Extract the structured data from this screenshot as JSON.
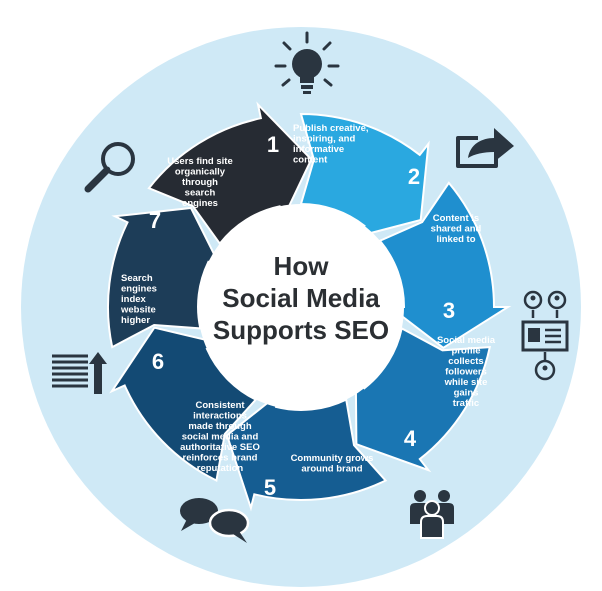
{
  "title": {
    "lines": [
      "How",
      "Social Media",
      "Supports SEO"
    ]
  },
  "colors": {
    "outer_circle": "#cfe9f6",
    "inner_circle": "#ffffff",
    "title": "#2b2f33",
    "icon": "#2a3540",
    "segment_text": "#ffffff"
  },
  "steps": [
    {
      "number": "1",
      "color": "#2aa8e0",
      "lines": [
        "Publish creative,",
        "inspiring, and",
        "informative",
        "content"
      ]
    },
    {
      "number": "2",
      "color": "#1f8fcf",
      "lines": [
        "Content is",
        "shared and",
        "linked to"
      ]
    },
    {
      "number": "3",
      "color": "#1a76b3",
      "lines": [
        "Social media",
        "profile",
        "collects",
        "followers",
        "while site",
        "gains",
        "traffic"
      ]
    },
    {
      "number": "4",
      "color": "#155d92",
      "lines": [
        "Community grows",
        "around brand"
      ]
    },
    {
      "number": "5",
      "color": "#134a74",
      "lines": [
        "Consistent",
        "interactions",
        "made through",
        "social media and",
        "authoritative SEO",
        "reinforces brand",
        "reputation"
      ]
    },
    {
      "number": "6",
      "color": "#1d3d58",
      "lines": [
        "Search",
        "engines",
        "index",
        "website",
        "higher"
      ]
    },
    {
      "number": "7",
      "color": "#262b33",
      "lines": [
        "Users find site",
        "organically",
        "through",
        "search",
        "engines"
      ]
    }
  ],
  "icons": [
    {
      "name": "lightbulb-icon"
    },
    {
      "name": "share-icon"
    },
    {
      "name": "profile-network-icon"
    },
    {
      "name": "community-icon"
    },
    {
      "name": "chat-bubbles-icon"
    },
    {
      "name": "ranking-list-icon"
    },
    {
      "name": "magnifier-icon"
    }
  ]
}
